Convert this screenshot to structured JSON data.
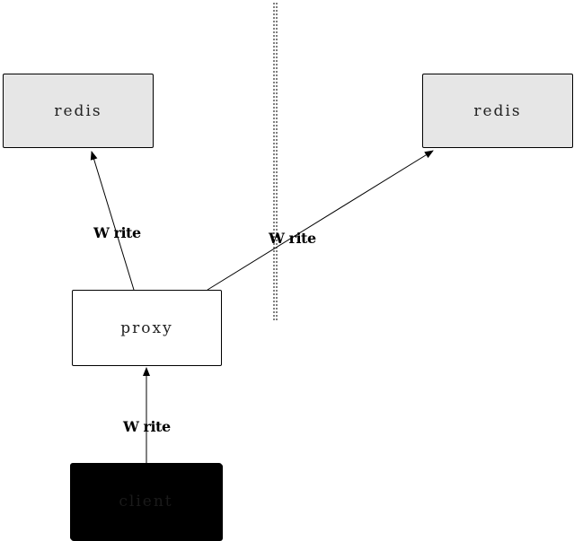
{
  "nodes": {
    "redis_left": "redis",
    "redis_right": "redis",
    "proxy": "proxy",
    "client": "client"
  },
  "edges": {
    "proxy_to_redis_left": "W rite",
    "proxy_to_redis_right": "W rite",
    "client_to_proxy": "W rite"
  },
  "colors": {
    "redis_fill": "#e6e6e6",
    "proxy_fill": "#ffffff",
    "client_fill": "#000000",
    "line": "#000000"
  }
}
